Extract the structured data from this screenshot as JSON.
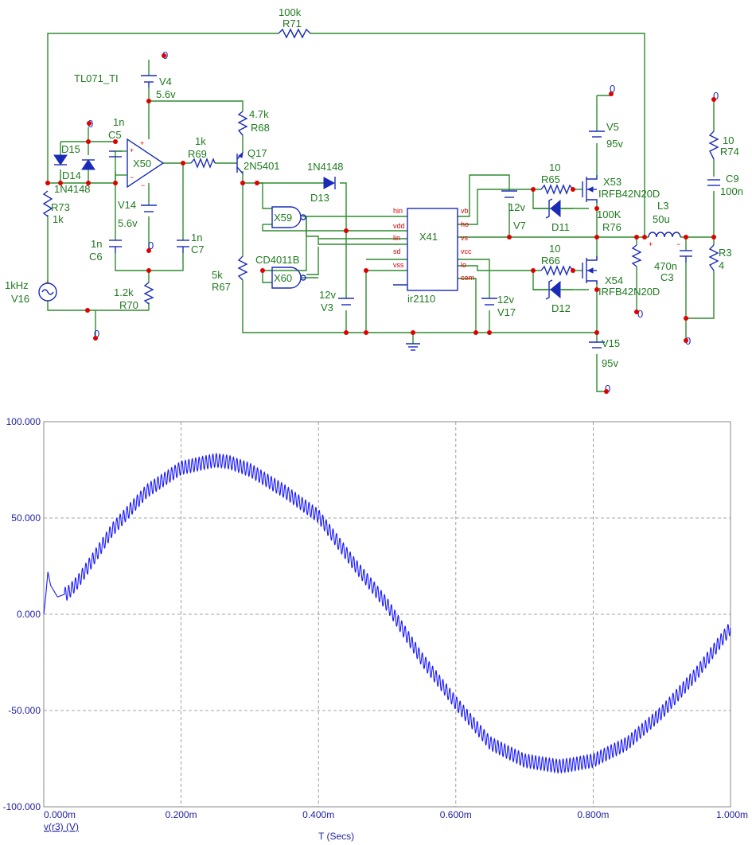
{
  "schematic": {
    "components": {
      "r71": {
        "value": "100k",
        "ref": "R71"
      },
      "v4": {
        "ref": "V4",
        "value": "5.6v"
      },
      "tl071": {
        "label": "TL071_TI"
      },
      "c5": {
        "value": "1n",
        "ref": "C5"
      },
      "d15": {
        "ref": "D15"
      },
      "d14": {
        "ref": "D14"
      },
      "d14_part": {
        "value": "1N4148"
      },
      "x50": {
        "ref": "X50"
      },
      "r73": {
        "ref": "R73",
        "value": "1k"
      },
      "v14": {
        "ref": "V14",
        "value": "5.6v"
      },
      "c6": {
        "value": "1n",
        "ref": "C6"
      },
      "c7": {
        "value": "1n",
        "ref": "C7"
      },
      "r70": {
        "value": "1.2k",
        "ref": "R70"
      },
      "v16": {
        "value": "1kHz",
        "ref": "V16"
      },
      "r69": {
        "value": "1k",
        "ref": "R69"
      },
      "r68": {
        "value": "4.7k",
        "ref": "R68"
      },
      "q17": {
        "ref": "Q17",
        "value": "2N5401"
      },
      "d13": {
        "value": "1N4148",
        "ref": "D13"
      },
      "x59": {
        "ref": "X59"
      },
      "x60": {
        "ref": "X60"
      },
      "cd4011": {
        "label": "CD4011B"
      },
      "r67": {
        "value": "5k",
        "ref": "R67"
      },
      "v3": {
        "value": "12v",
        "ref": "V3"
      },
      "x41": {
        "ref": "X41",
        "part": "ir2110"
      },
      "v7": {
        "value": "12v",
        "ref": "V7"
      },
      "v17": {
        "value": "12v",
        "ref": "V17"
      },
      "r65": {
        "value": "10",
        "ref": "R65"
      },
      "d11": {
        "ref": "D11"
      },
      "r66": {
        "value": "10",
        "ref": "R66"
      },
      "d12": {
        "ref": "D12"
      },
      "x53": {
        "ref": "X53",
        "part": "IRFB42N20D"
      },
      "x54": {
        "ref": "X54",
        "part": "IRFB42N20D"
      },
      "v5": {
        "ref": "V5",
        "value": "95v"
      },
      "v15": {
        "ref": "V15",
        "value": "95v"
      },
      "r76": {
        "value": "100K",
        "ref": "R76"
      },
      "l3": {
        "ref": "L3",
        "value": "50u"
      },
      "c3": {
        "value": "470n",
        "ref": "C3"
      },
      "r74": {
        "value": "10",
        "ref": "R74"
      },
      "c9": {
        "ref": "C9",
        "value": "100n"
      },
      "r3": {
        "ref": "R3",
        "value": "4"
      }
    },
    "ir2110_pins": [
      "hin",
      "vdd",
      "lin",
      "sd",
      "vss",
      "vb",
      "ho",
      "vs",
      "vcc",
      "lo",
      "com"
    ],
    "ground_label": "0",
    "wire_color": "#2e8b2e",
    "component_color": "#1a2bb8",
    "node_color": "#e00000"
  },
  "chart_data": {
    "type": "line",
    "title": "",
    "xlabel": "T (Secs)",
    "ylabel": "",
    "trace_label": "v(r3) (V)",
    "x_unit": "ms",
    "xlim": [
      0,
      1.0
    ],
    "ylim": [
      -100,
      100
    ],
    "x_ticks": [
      0,
      0.2,
      0.4,
      0.6,
      0.8,
      1.0
    ],
    "x_tick_labels": [
      "0.000m",
      "0.200m",
      "0.400m",
      "0.600m",
      "0.800m",
      "1.000m"
    ],
    "y_ticks": [
      100,
      50,
      0,
      -50,
      -100
    ],
    "y_tick_labels": [
      "100.000",
      "50.000",
      "0.000",
      "-50.000",
      "-100.000"
    ],
    "grid": true,
    "series": [
      {
        "color": "#1a1aff",
        "ripple_amplitude": 3.5,
        "ripple_cycles": 200,
        "x": [
          0.0,
          0.003,
          0.006,
          0.01,
          0.02,
          0.035,
          0.05,
          0.08,
          0.1,
          0.15,
          0.2,
          0.25,
          0.27,
          0.3,
          0.35,
          0.4,
          0.45,
          0.5,
          0.55,
          0.6,
          0.65,
          0.7,
          0.75,
          0.77,
          0.8,
          0.85,
          0.9,
          0.95,
          1.0
        ],
        "y": [
          0,
          10,
          22,
          15,
          9,
          11,
          17,
          33,
          44,
          64,
          76,
          80,
          79,
          75,
          64,
          51,
          27,
          5,
          -23,
          -46,
          -67,
          -76,
          -79,
          -78,
          -76,
          -67,
          -51,
          -31,
          -7
        ]
      }
    ]
  }
}
